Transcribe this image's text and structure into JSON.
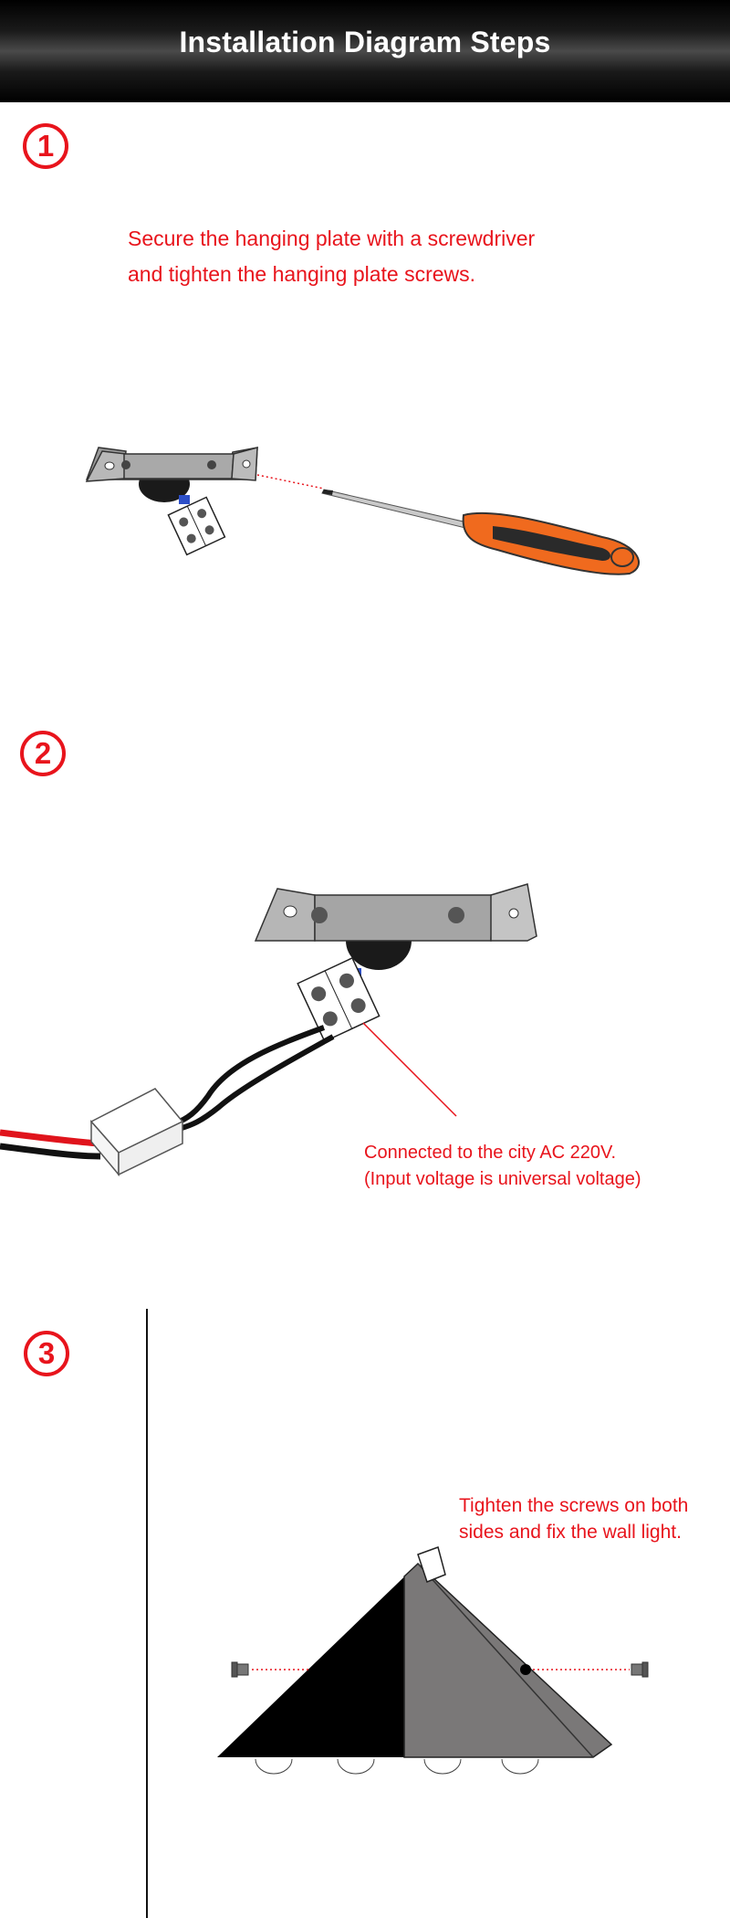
{
  "header": {
    "title": "Installation Diagram Steps"
  },
  "steps": [
    {
      "number": "1",
      "caption_lines": [
        "Secure the hanging plate with a screwdriver",
        "and tighten the hanging plate screws."
      ]
    },
    {
      "number": "2",
      "caption_lines": [
        "Connected to the city AC 220V.",
        "(Input voltage is universal voltage)"
      ]
    },
    {
      "number": "3",
      "caption_lines": [
        "Tighten the screws on both",
        "sides and fix the wall light."
      ]
    }
  ],
  "colors": {
    "accent": "#e8141c",
    "plate": "#a8a8a8",
    "handle_orange": "#f06a1e",
    "wire_red": "#e0141c"
  },
  "icons": [
    "screwdriver-icon",
    "hanging-plate-icon",
    "terminal-block-icon",
    "driver-box-icon",
    "triangle-wall-light-icon",
    "screw-icon"
  ]
}
